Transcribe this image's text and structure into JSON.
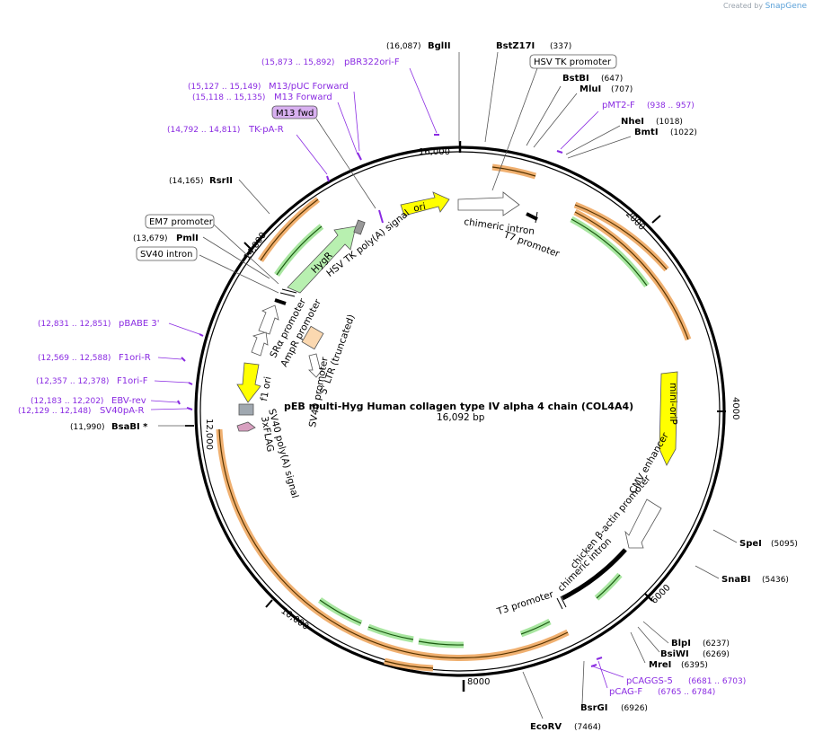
{
  "credit": {
    "prefix": "Created by",
    "brand": "SnapGene"
  },
  "plasmid": {
    "name": "pEB multi-Hyg Human collagen type IV alpha 4 chain (COL4A4)",
    "length_label": "16,092 bp",
    "length": 16092
  },
  "ticks": [
    {
      "pos": 2000,
      "label": "2000"
    },
    {
      "pos": 4000,
      "label": "4000"
    },
    {
      "pos": 6000,
      "label": "6000"
    },
    {
      "pos": 8000,
      "label": "8000"
    },
    {
      "pos": 10000,
      "label": "10,000"
    },
    {
      "pos": 12000,
      "label": "12,000"
    },
    {
      "pos": 14000,
      "label": "14,000"
    },
    {
      "pos": 16000,
      "label": "16,000"
    }
  ],
  "sites": [
    {
      "name": "BglII",
      "pos": "(16,087)",
      "bp": 16087,
      "side": "left"
    },
    {
      "name": "BstZ17I",
      "pos": "(337)",
      "bp": 337,
      "side": "right"
    },
    {
      "name": "BstBI",
      "pos": "(647)",
      "bp": 647,
      "side": "right"
    },
    {
      "name": "MluI",
      "pos": "(707)",
      "bp": 707,
      "side": "right"
    },
    {
      "name": "NheI",
      "pos": "(1018)",
      "bp": 1018,
      "side": "right"
    },
    {
      "name": "BmtI",
      "pos": "(1022)",
      "bp": 1022,
      "side": "right"
    },
    {
      "name": "SpeI",
      "pos": "(5095)",
      "bp": 5095,
      "side": "right"
    },
    {
      "name": "SnaBI",
      "pos": "(5436)",
      "bp": 5436,
      "side": "right"
    },
    {
      "name": "BlpI",
      "pos": "(6237)",
      "bp": 6237,
      "side": "right"
    },
    {
      "name": "BsiWI",
      "pos": "(6269)",
      "bp": 6269,
      "side": "right"
    },
    {
      "name": "MreI",
      "pos": "(6395)",
      "bp": 6395,
      "side": "right"
    },
    {
      "name": "BsrGI",
      "pos": "(6926)",
      "bp": 6926,
      "side": "right"
    },
    {
      "name": "EcoRV",
      "pos": "(7464)",
      "bp": 7464,
      "side": "right"
    },
    {
      "name": "BsaBI *",
      "pos": "(11,990)",
      "bp": 11990,
      "side": "left"
    },
    {
      "name": "PmlI",
      "pos": "(13,679)",
      "bp": 13679,
      "side": "left"
    },
    {
      "name": "RsrII",
      "pos": "(14,165)",
      "bp": 14165,
      "side": "left"
    }
  ],
  "primers": [
    {
      "name": "pBR322ori-F",
      "pos": "(15,873 .. 15,892)",
      "bp": 15880
    },
    {
      "name": "M13/pUC Forward",
      "pos": "(15,127 .. 15,149)",
      "bp": 15138
    },
    {
      "name": "M13 Forward",
      "pos": "(15,118 .. 15,135)",
      "bp": 15126
    },
    {
      "name": "TK-pA-R",
      "pos": "(14,792 .. 14,811)",
      "bp": 14800
    },
    {
      "name": "pMT2-F",
      "pos": "(938 .. 957)",
      "bp": 948
    },
    {
      "name": "pBABE 3'",
      "pos": "(12,831 .. 12,851)",
      "bp": 12841
    },
    {
      "name": "F1ori-R",
      "pos": "(12,569 .. 12,588)",
      "bp": 12578
    },
    {
      "name": "F1ori-F",
      "pos": "(12,357 .. 12,378)",
      "bp": 12367
    },
    {
      "name": "EBV-rev",
      "pos": "(12,183 .. 12,202)",
      "bp": 12192
    },
    {
      "name": "SV40pA-R",
      "pos": "(12,129 .. 12,148)",
      "bp": 12138
    },
    {
      "name": "pCAGGS-5",
      "pos": "(6681 .. 6703)",
      "bp": 6692
    },
    {
      "name": "pCAG-F",
      "pos": "(6765 .. 6784)",
      "bp": 6774
    }
  ],
  "boxed_labels": [
    {
      "text": "HSV TK promoter"
    },
    {
      "text": "EM7 promoter"
    },
    {
      "text": "SV40 intron"
    },
    {
      "text": "M13 fwd"
    }
  ],
  "features": {
    "ori": "ori",
    "hygr": "HygR",
    "mini_orip": "mini-oriP",
    "hsv_tk_polya": "HSV TK poly(A) signal",
    "chimeric_intron_top": "chimeric intron",
    "t7_promoter": "T7 promoter",
    "t3_promoter": "T3 promoter",
    "chicken_actin": "chicken β-actin promoter",
    "chimeric_intron_bottom": "chimeric intron",
    "cmv_enhancer": "CMV enhancer",
    "sra_promoter": "SRα promoter",
    "ampr_promoter": "AmpR promoter",
    "sv40_promoter": "SV40 promoter",
    "ltr": "5' LTR (truncated)",
    "f1_ori": "f1 ori",
    "sv40_polya": "SV40 poly(A) signal",
    "flag": "3xFLAG"
  },
  "colors": {
    "backbone": "#000000",
    "orange_feature": "#f0b070",
    "green_feature": "#a8e6a0",
    "yellow": "#ffff00",
    "primer": "#8a2be2",
    "m13_fill": "#d8b0f0"
  }
}
